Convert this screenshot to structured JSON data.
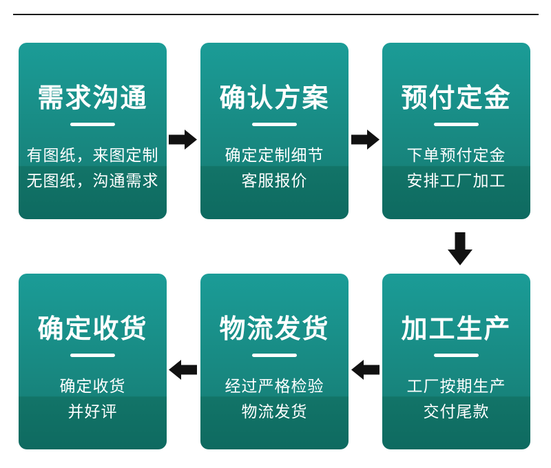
{
  "page": {
    "background": "#ffffff",
    "top_rule_color": "#1a1a1a"
  },
  "colors": {
    "card_gradient_top": "#1b9c97",
    "card_gradient_bottom": "#0e6a60",
    "arrow": "#111111",
    "card_text": "#ffffff"
  },
  "icons": {
    "arrow_right": "solid-block-arrow-right",
    "arrow_down": "solid-block-arrow-down",
    "arrow_left": "solid-block-arrow-left"
  },
  "steps": [
    {
      "title": "需求沟通",
      "lines": [
        "有图纸，来图定制",
        "无图纸，沟通需求"
      ]
    },
    {
      "title": "确认方案",
      "lines": [
        "确定定制细节",
        "客服报价"
      ]
    },
    {
      "title": "预付定金",
      "lines": [
        "下单预付定金",
        "安排工厂加工"
      ]
    },
    {
      "title": "加工生产",
      "lines": [
        "工厂按期生产",
        "交付尾款"
      ]
    },
    {
      "title": "物流发货",
      "lines": [
        "经过严格检验",
        "物流发货"
      ]
    },
    {
      "title": "确定收货",
      "lines": [
        "确定收货",
        "并好评"
      ]
    }
  ]
}
